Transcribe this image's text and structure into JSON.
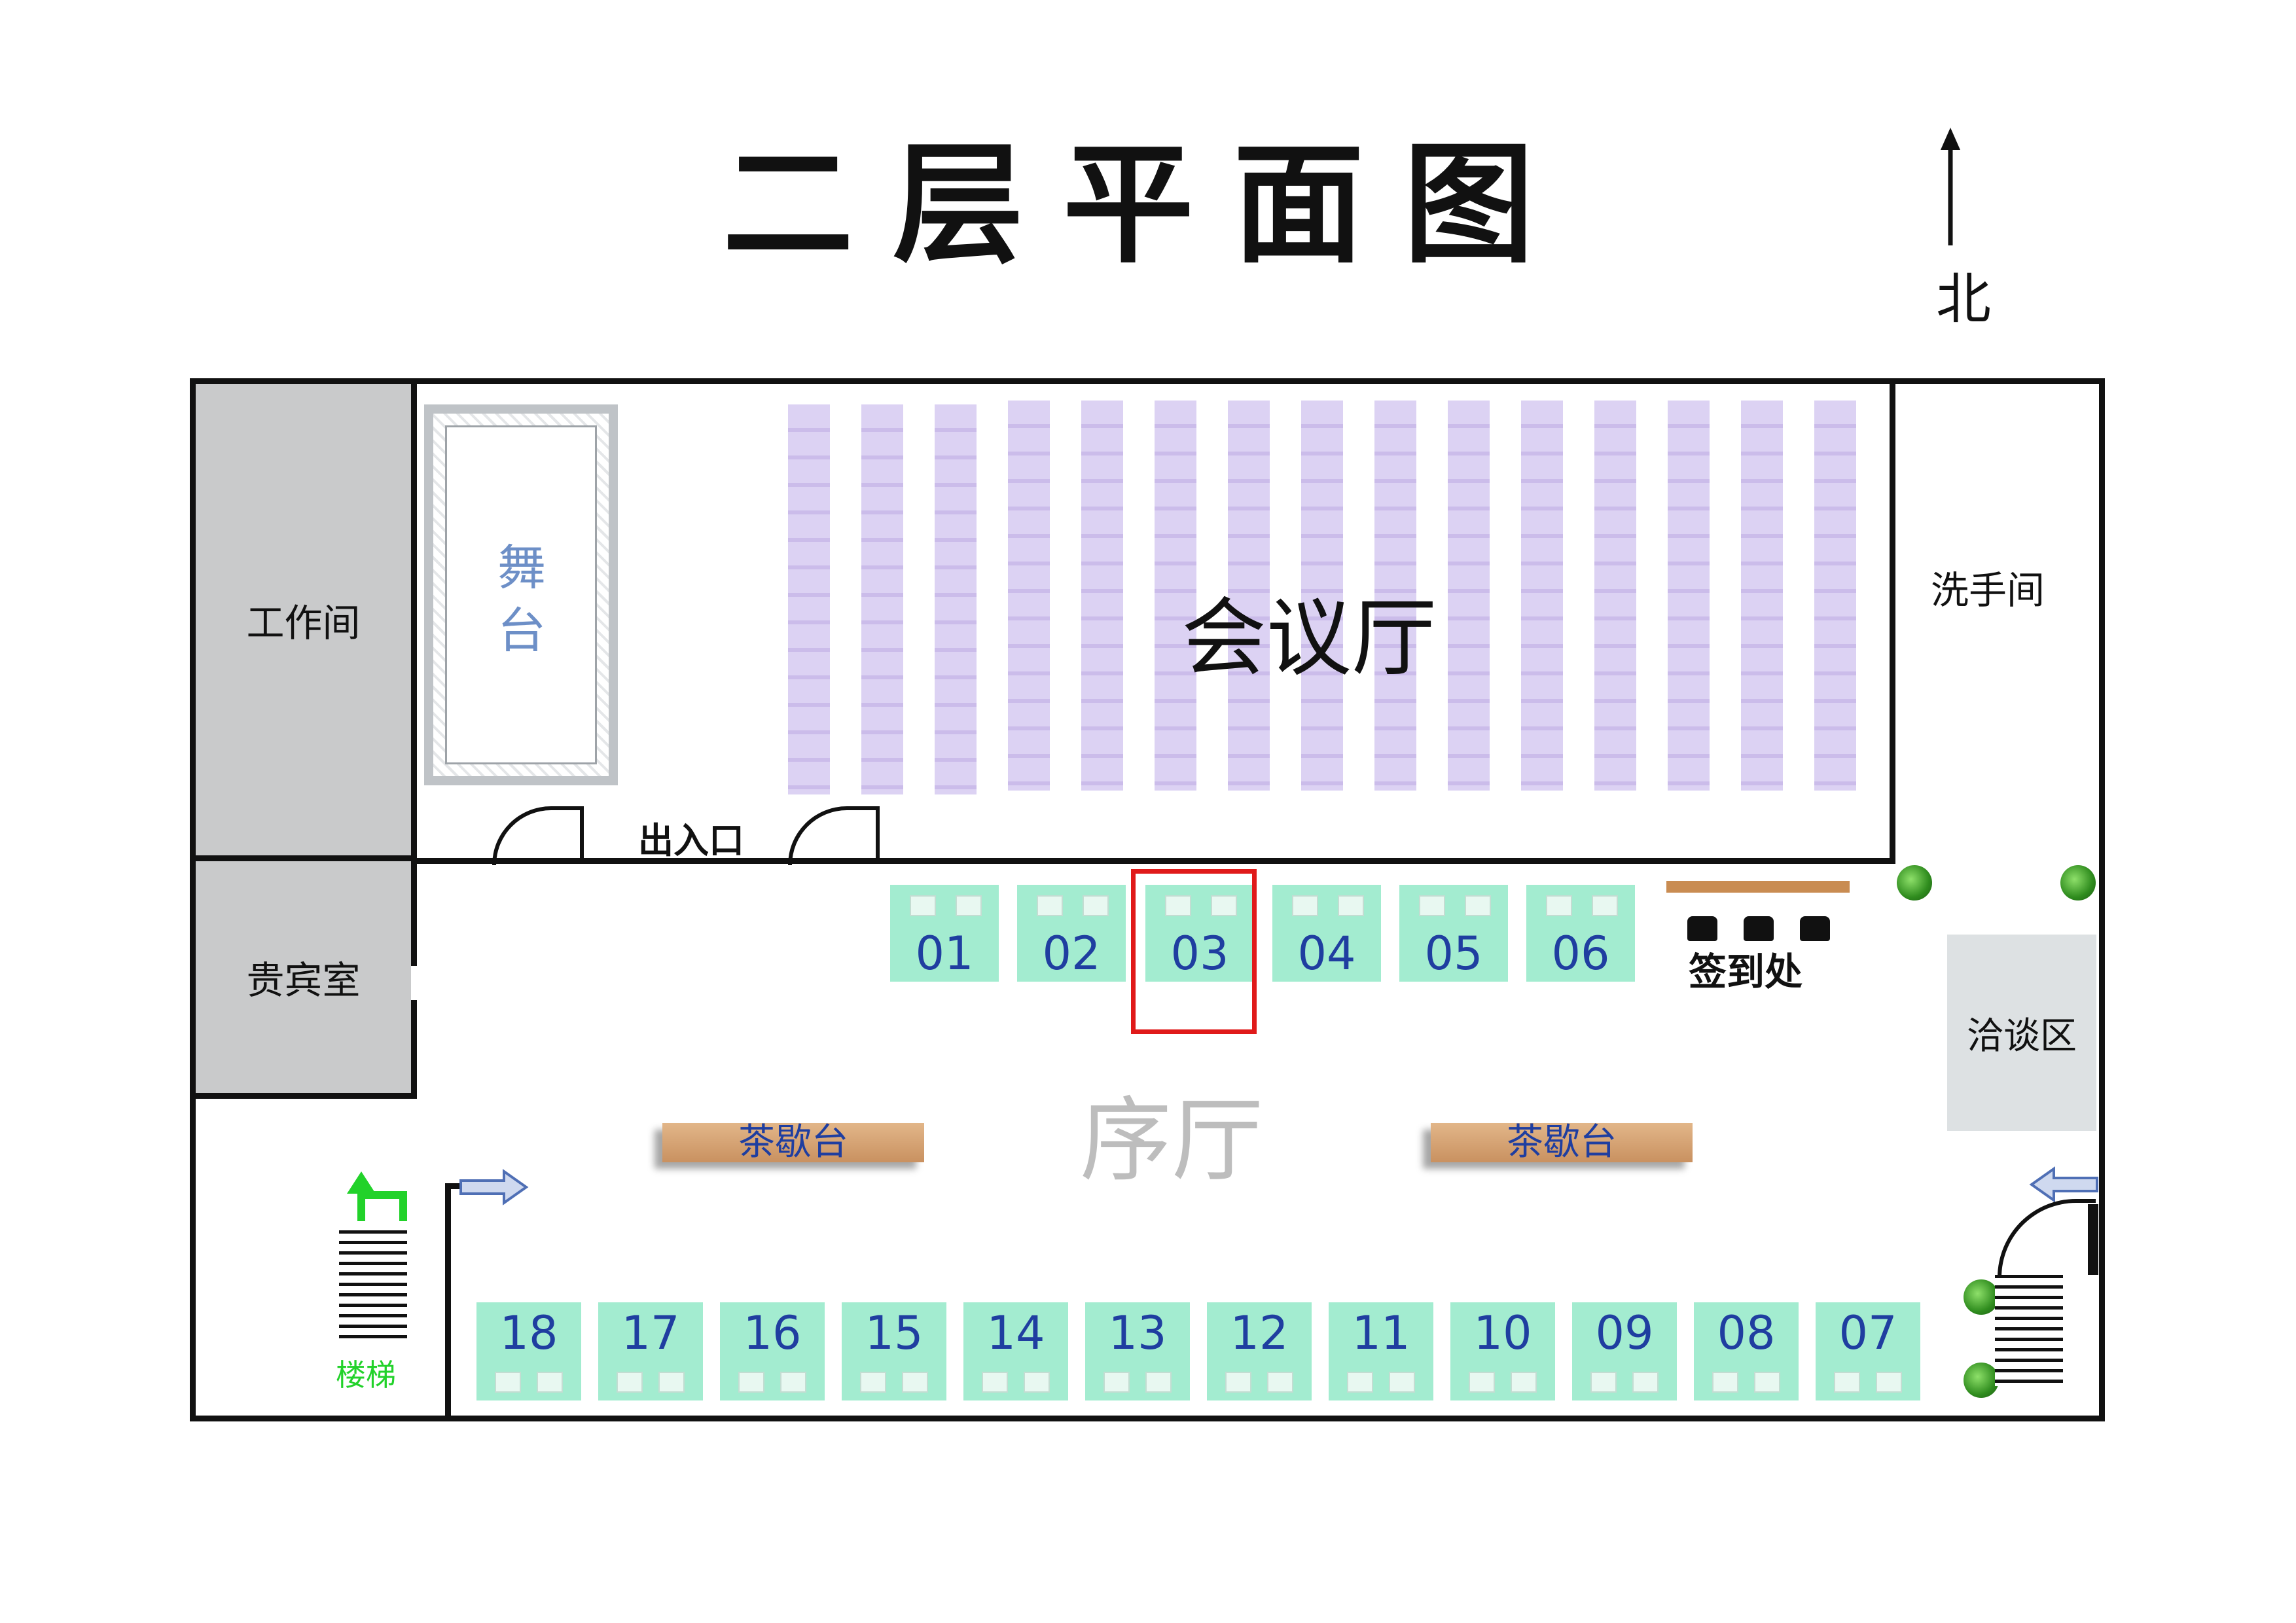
{
  "title": "二层平面图",
  "compass": {
    "label": "北"
  },
  "rooms": {
    "workroom": "工作间",
    "vip_room": "贵宾室",
    "stage": "舞台",
    "conference_hall": "会议厅",
    "exit": "出入口",
    "restroom": "洗手间",
    "foyer": "序厅",
    "checkin": "签到处",
    "negotiation": "洽谈区",
    "stairs": "楼梯"
  },
  "tea_counters": [
    "茶歇台",
    "茶歇台"
  ],
  "booths_top": [
    "01",
    "02",
    "03",
    "04",
    "05",
    "06"
  ],
  "booths_bottom": [
    "18",
    "17",
    "16",
    "15",
    "14",
    "13",
    "12",
    "11",
    "10",
    "09",
    "08",
    "07"
  ],
  "highlighted_booth": "03",
  "colors": {
    "booth": "#a3ecd0",
    "booth_text": "#1f3ea0",
    "seats": "#d8ccf1",
    "grey_room": "#c9cacb",
    "highlight": "#e01a1a",
    "stairs_label": "#22d22a"
  },
  "icons": {
    "north": "up-arrow-icon",
    "stairs_turn": "turn-up-arrow-icon",
    "entry_left": "right-arrow-icon",
    "entry_right": "left-arrow-icon"
  }
}
